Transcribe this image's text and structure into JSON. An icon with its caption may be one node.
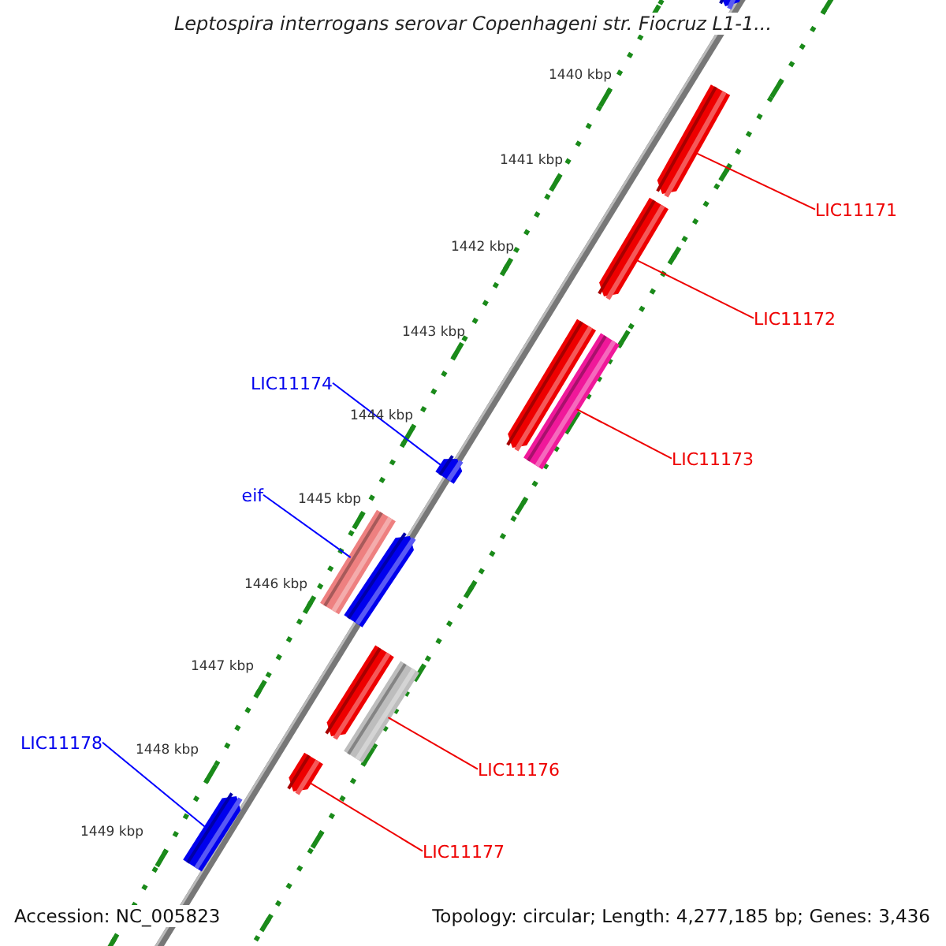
{
  "diagram": {
    "title": "Leptospira interrogans serovar Copenhageni str. Fiocruz L1-1...",
    "nodes": [
      {
        "text": [
          "LIC11171"
        ]
      },
      {
        "text": [
          "LIC11172"
        ]
      },
      {
        "text": [
          "LIC11174"
        ]
      },
      {
        "text": [
          "LIC11173"
        ]
      },
      {
        "text": [
          "eif"
        ]
      },
      {
        "text": [
          "LIC11178"
        ]
      },
      {
        "text": [
          "LIC11176"
        ]
      },
      {
        "text": [
          "LIC11177"
        ]
      },
      {
        "text": [],
        "shape": "arrow"
      },
      {
        "text": [],
        "shape": "arrow"
      },
      {
        "text": [],
        "shape": "bar"
      },
      {
        "text": [],
        "shape": "arrow"
      },
      {
        "text": [],
        "shape": "bar"
      },
      {
        "text": [],
        "shape": "bar"
      },
      {
        "text": [],
        "shape": "arrow"
      },
      {
        "text": [],
        "shape": "arrow"
      },
      {
        "text": [],
        "shape": "arrow"
      },
      {
        "text": [],
        "shape": "arrow"
      },
      {
        "text": [],
        "shape": "arrow"
      },
      {
        "text": [],
        "shape": "arrow"
      }
    ],
    "edges": [
      {
        "from": 0,
        "to": 8,
        "arrow": "none"
      },
      {
        "from": 1,
        "to": 9,
        "arrow": "none"
      },
      {
        "from": 2,
        "to": 11,
        "arrow": "none",
        "color": "#0000ff"
      },
      {
        "from": 3,
        "to": 10,
        "arrow": "none"
      },
      {
        "from": 4,
        "to": 12,
        "arrow": "none",
        "color": "#0000ff"
      },
      {
        "from": 5,
        "to": 15,
        "arrow": "none",
        "color": "#0000ff"
      },
      {
        "from": 6,
        "to": 13,
        "arrow": "none"
      },
      {
        "from": 7,
        "to": 14,
        "arrow": "none"
      }
    ],
    "labels": [
      "1440 kbp",
      "1441 kbp",
      "1442 kbp",
      "1443 kbp",
      "1444 kbp",
      "1445 kbp",
      "1446 kbp",
      "1447 kbp",
      "1448 kbp",
      "1449 kbp",
      "Accession: NC_005823",
      "Topology: circular; Length: 4,277,185 bp; Genes: 3,436"
    ]
  }
}
